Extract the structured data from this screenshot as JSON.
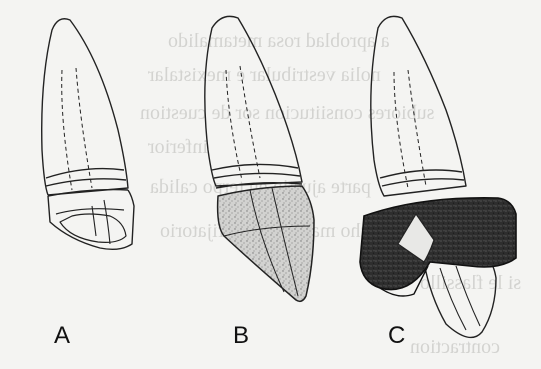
{
  "figure": {
    "labels": {
      "a": "A",
      "b": "B",
      "c": "C"
    },
    "bleed_through_text": [
      "a aproblad rosa metamalido",
      "nolia vestribular e mexistalar",
      "subiores consiitucion sor de cuestion",
      "inferior",
      "parte ajustin en terpo calida",
      "mucho mas el arco y fijatorio",
      "si le flassillo",
      "contraction"
    ]
  }
}
